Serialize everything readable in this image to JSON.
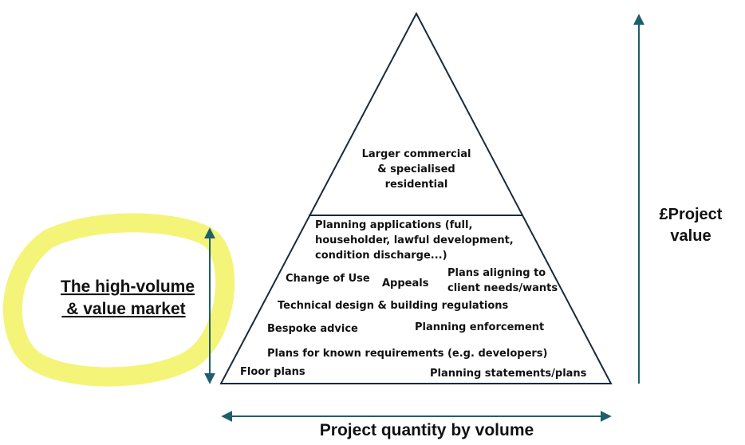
{
  "pyramid": {
    "top_section": [
      "Larger commercial",
      "& specialised",
      "residential"
    ],
    "lower_items": {
      "planning_applications": [
        "Planning applications (full,",
        "householder, lawful development,",
        "condition discharge...)"
      ],
      "change_of_use": "Change of Use",
      "appeals": "Appeals",
      "plans_aligning": [
        "Plans aligning to",
        "client needs/wants"
      ],
      "technical_design": "Technical design & building regulations",
      "bespoke_advice": "Bespoke advice",
      "planning_enforcement": "Planning  enforcement",
      "plans_known_requirements": "Plans for known requirements (e.g. developers)",
      "floor_plans": "Floor plans",
      "planning_statements": "Planning statements/plans"
    }
  },
  "axes": {
    "x_label": "Project  quantity by volume",
    "y_label": [
      "£Project",
      "value"
    ]
  },
  "market_callout": [
    "The high-volume",
    " & value market"
  ],
  "colors": {
    "arrow": "#1f5f6b",
    "outline": "#1a2a3a",
    "highlight": "#f3f36a"
  }
}
